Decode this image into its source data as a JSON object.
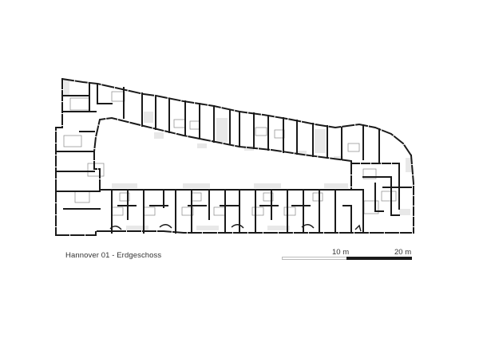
{
  "drawing": {
    "title": "Hannover 01 - Erdgeschoss",
    "type": "architectural floor plan",
    "wall_color": "#1a1a1a",
    "secondary_line_color": "#777777",
    "balcony_fill": "#e6e6e6"
  },
  "scale_bar": {
    "labels": [
      "10 m",
      "20 m"
    ],
    "segments": [
      {
        "from": "0 m",
        "to": "10 m",
        "fill": "#ffffff"
      },
      {
        "from": "10 m",
        "to": "20 m",
        "fill": "#1a1a1a"
      }
    ]
  }
}
